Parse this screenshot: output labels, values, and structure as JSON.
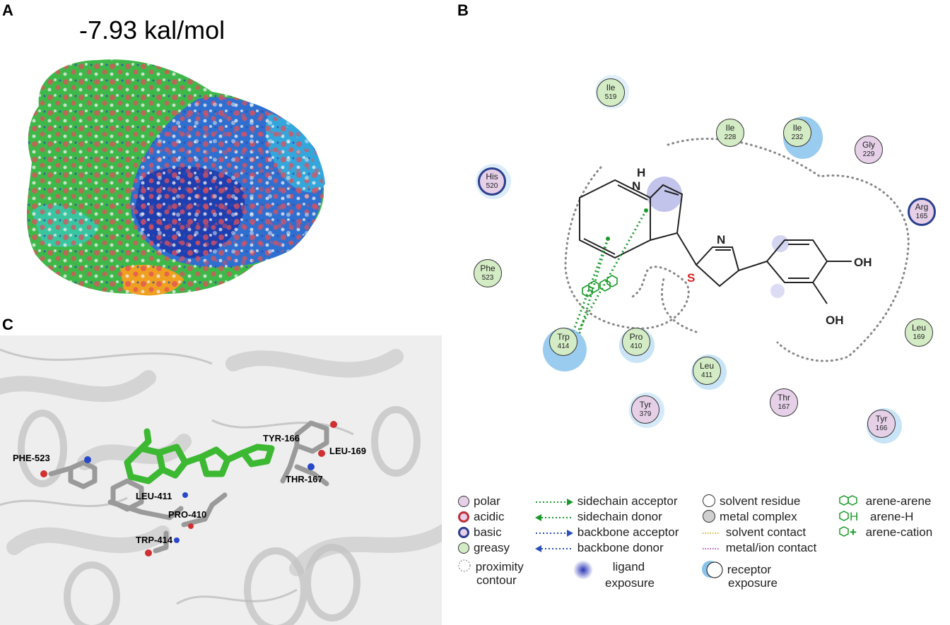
{
  "panels": {
    "a": "A",
    "b": "B",
    "c": "C"
  },
  "panel_a": {
    "binding_energy": "-7.93 kal/mol"
  },
  "panel_b": {
    "residues": [
      {
        "name": "Ile",
        "num": "519",
        "type": "greasy"
      },
      {
        "name": "Ile",
        "num": "228",
        "type": "greasy"
      },
      {
        "name": "Ile",
        "num": "232",
        "type": "greasy"
      },
      {
        "name": "Gly",
        "num": "229",
        "type": "polar"
      },
      {
        "name": "His",
        "num": "520",
        "type": "basic"
      },
      {
        "name": "Arg",
        "num": "165",
        "type": "basic"
      },
      {
        "name": "Phe",
        "num": "523",
        "type": "greasy"
      },
      {
        "name": "Trp",
        "num": "414",
        "type": "greasy"
      },
      {
        "name": "Pro",
        "num": "410",
        "type": "greasy"
      },
      {
        "name": "Leu",
        "num": "411",
        "type": "greasy"
      },
      {
        "name": "Leu",
        "num": "169",
        "type": "greasy"
      },
      {
        "name": "Tyr",
        "num": "379",
        "type": "polar"
      },
      {
        "name": "Thr",
        "num": "167",
        "type": "polar"
      },
      {
        "name": "Tyr",
        "num": "166",
        "type": "polar"
      }
    ],
    "atoms": {
      "h": "H",
      "n_indole": "N",
      "n_thiazole": "N",
      "s": "S",
      "oh1": "OH",
      "oh2": "OH"
    }
  },
  "panel_c": {
    "labels": [
      "PHE-523",
      "LEU-411",
      "PRO-410",
      "TRP-414",
      "TYR-166",
      "LEU-169",
      "THR-167"
    ]
  },
  "legend": {
    "polar": "polar",
    "acidic": "acidic",
    "basic": "basic",
    "greasy": "greasy",
    "proximity_1": "proximity",
    "proximity_2": "contour",
    "sidechain_acceptor": "sidechain acceptor",
    "sidechain_donor": "sidechain donor",
    "backbone_acceptor": "backbone acceptor",
    "backbone_donor": "backbone donor",
    "ligand_exposure_1": "ligand",
    "ligand_exposure_2": "exposure",
    "solvent_residue": "solvent residue",
    "metal_complex": "metal complex",
    "solvent_contact": "solvent contact",
    "metal_ion_contact": "metal/ion contact",
    "receptor_exposure_1": "receptor",
    "receptor_exposure_2": "exposure",
    "arene_arene": "arene-arene",
    "arene_h": "arene-H",
    "arene_cation": "arene-cation",
    "arene_h_glyph": "H",
    "arene_cation_glyph": "+"
  },
  "colors": {
    "greasy": "#d4ecc5",
    "polar": "#e5d0e8",
    "basic_border": "#2b3f8c",
    "acidic_border": "#c0303a",
    "exposure": "#88c3ec",
    "arene_green": "#1a9a2a",
    "ligand_green": "#3cb832"
  }
}
